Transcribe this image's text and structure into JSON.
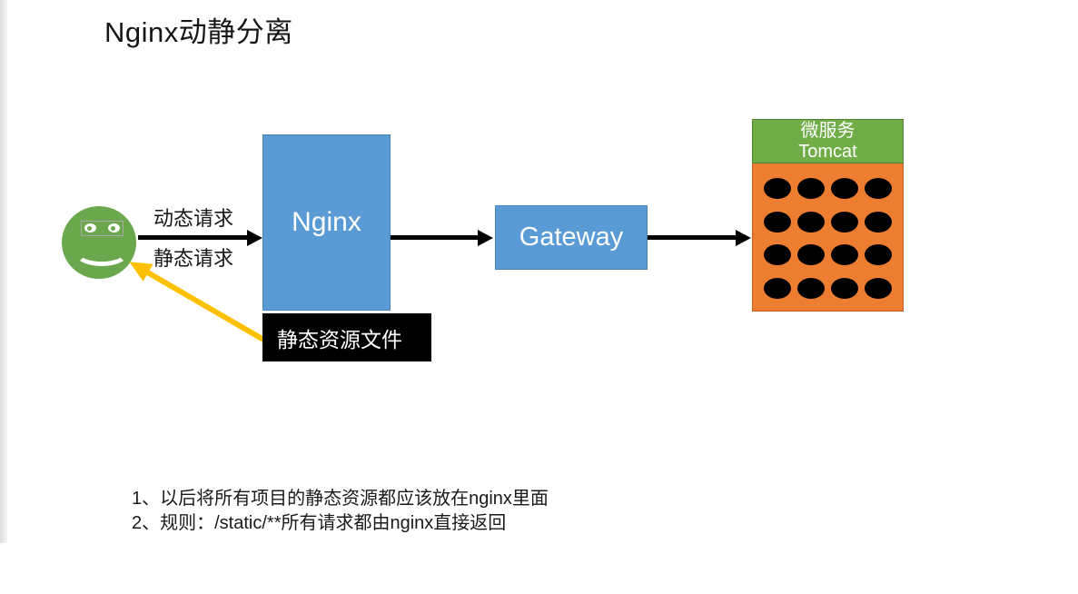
{
  "page": {
    "background": "#ffffff"
  },
  "title": "Nginx动静分离",
  "diagram": {
    "client": {
      "type": "smiley-face",
      "color": "#6ba84d"
    },
    "request_labels": {
      "dynamic": "动态请求",
      "static": "静态请求"
    },
    "nginx_box": {
      "label": "Nginx",
      "fill": "#5b9bd5"
    },
    "static_files_box": {
      "label": "静态资源文件",
      "fill": "#000000",
      "text_color": "#ffffff"
    },
    "gateway_box": {
      "label": "Gateway",
      "fill": "#5b9bd5"
    },
    "microservice_box": {
      "header_line1": "微服务",
      "header_line2": "Tomcat",
      "header_fill": "#70ad47",
      "body_fill": "#ed7d31",
      "instance_rows": 4,
      "instance_cols": 4,
      "instance_color": "#000000"
    },
    "arrows": {
      "request_color": "#000000",
      "static_return_color": "#ffc000"
    }
  },
  "notes": [
    "1、以后将所有项目的静态资源都应该放在nginx里面",
    "2、规则：/static/**所有请求都由nginx直接返回"
  ]
}
